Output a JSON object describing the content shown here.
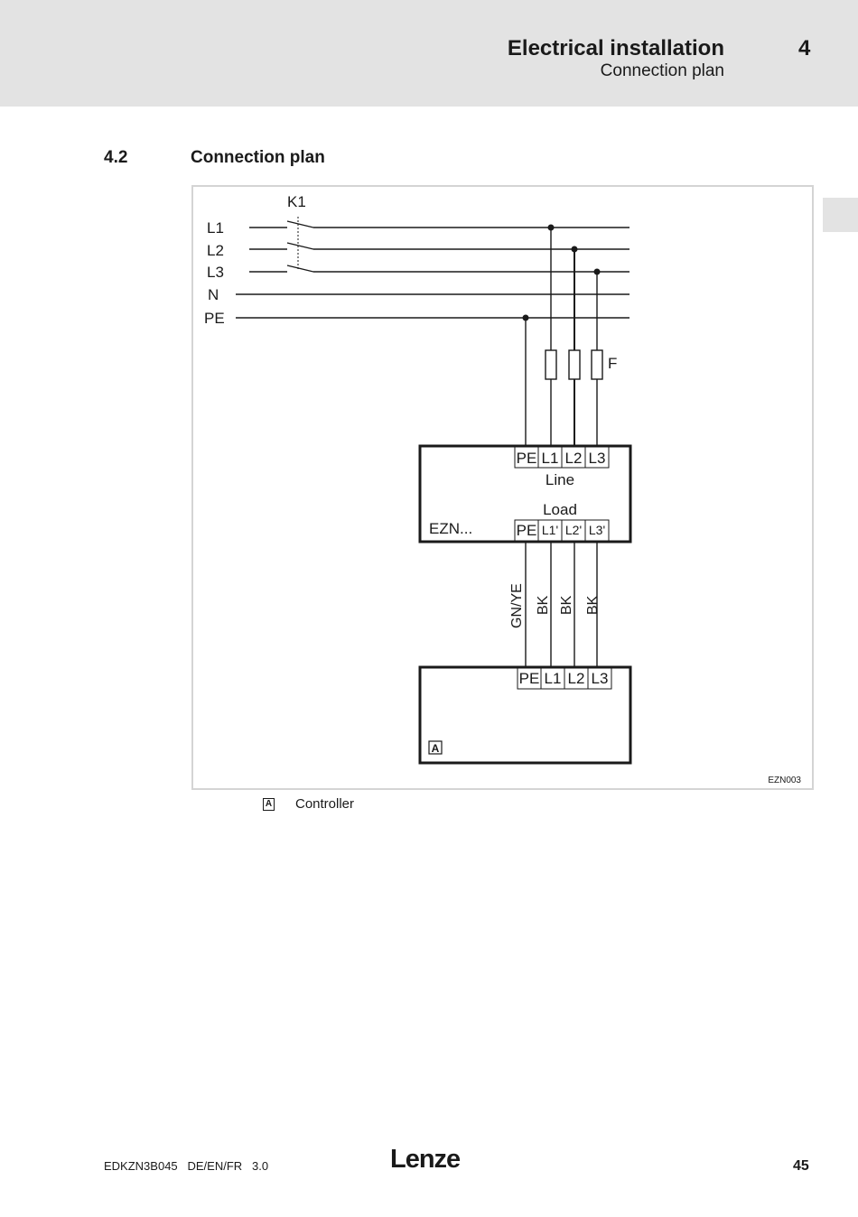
{
  "header": {
    "title": "Electrical installation",
    "subtitle": "Connection plan",
    "chapter": "4"
  },
  "section": {
    "number": "4.2",
    "title": "Connection plan"
  },
  "diagram": {
    "contactor": "K1",
    "lines": [
      "L1",
      "L2",
      "L3",
      "N",
      "PE"
    ],
    "fuse": "F",
    "device": {
      "name": "EZN...",
      "line_label": "Line",
      "load_label": "Load",
      "line_terminals": [
        "PE",
        "L1",
        "L2",
        "L3"
      ],
      "load_terminals": [
        "PE",
        "L1'",
        "L2'",
        "L3'"
      ]
    },
    "wire_colors": [
      "GN/YE",
      "BK",
      "BK",
      "BK"
    ],
    "controller": {
      "marker": "A",
      "terminals": [
        "PE",
        "L1",
        "L2",
        "L3"
      ]
    },
    "figure_id": "EZN003"
  },
  "legend": {
    "marker": "A",
    "text": "Controller"
  },
  "footer": {
    "doc": "EDKZN3B045   DE/EN/FR   3.0",
    "logo": "Lenze",
    "page": "45"
  }
}
